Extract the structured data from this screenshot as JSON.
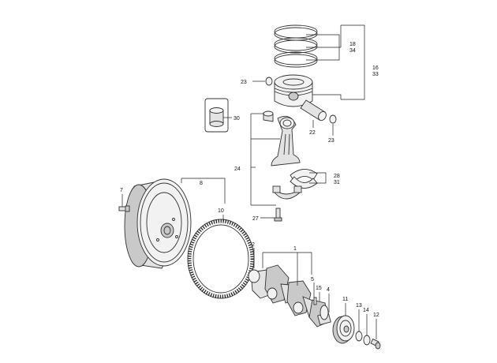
{
  "callouts": {
    "c1": "1",
    "c2": "2",
    "c4": "4",
    "c5": "5",
    "c7": "7",
    "c8": "8",
    "c10": "10",
    "c11": "11",
    "c12": "12",
    "c13": "13",
    "c14": "14",
    "c15": "15",
    "c16": "16",
    "c18": "18",
    "c22": "22",
    "c23a": "23",
    "c23b": "23",
    "c24": "24",
    "c27": "27",
    "c28": "28",
    "c30": "30",
    "c31": "31",
    "c33": "33",
    "c34": "34"
  }
}
